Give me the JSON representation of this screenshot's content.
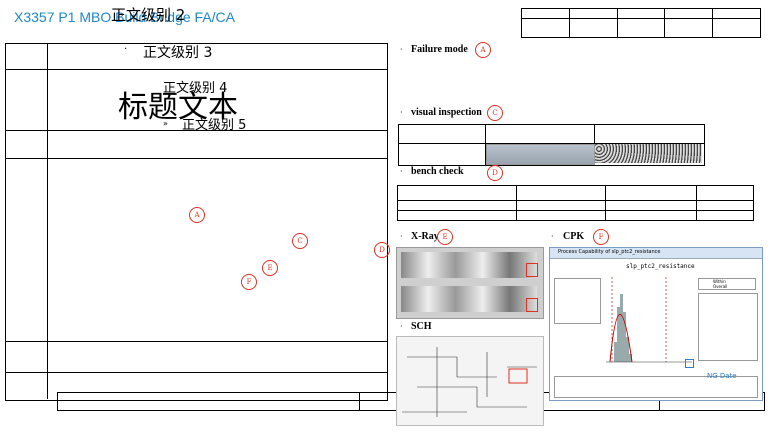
{
  "header": {
    "title": "X3357 P1 MBO Build Bridge FA/CA",
    "overlay_heading_2": "正文级别 2"
  },
  "left_panel": {
    "bullet_mark": "·",
    "level_3": "正文级别 3",
    "level_4": "正文级别 4",
    "title_big": "标题文本",
    "level_5_mark": "»",
    "level_5": "正文级别 5",
    "markers": [
      "A",
      "C",
      "E",
      "F",
      "D"
    ]
  },
  "sections": {
    "failure_mode": {
      "bullet": "·",
      "label": "Failure mode",
      "marker": "A"
    },
    "visual_inspection": {
      "bullet": "·",
      "label": "visual inspection",
      "marker": "C"
    },
    "bench_check": {
      "bullet": "·",
      "label": "bench check",
      "marker": "D"
    },
    "xray": {
      "bullet": "·",
      "label": "X-Ray",
      "marker": "E"
    },
    "cpk": {
      "bullet": "·",
      "label": "CPK",
      "marker": "F"
    },
    "sch": {
      "bullet": "·",
      "label": "SCH"
    }
  },
  "cpk_window": {
    "title": "Process Capability of slp_ptc2_resistance",
    "plot_title": "slp_ptc2_resistance",
    "legend": [
      "Within",
      "Overall"
    ],
    "ng_label": "NG Date"
  },
  "colors": {
    "title_blue": "#1e88c8",
    "marker_red": "#e03020",
    "ng_blue": "#2a7fd0"
  }
}
